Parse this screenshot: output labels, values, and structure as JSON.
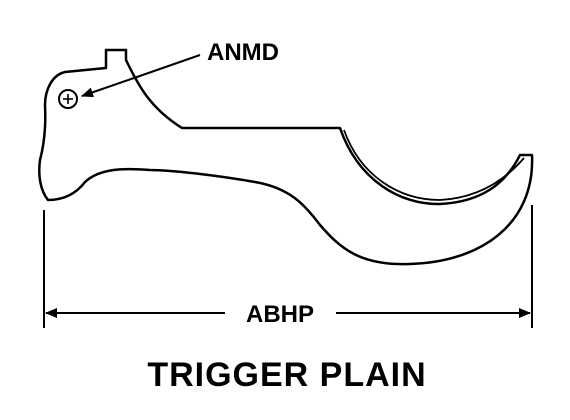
{
  "diagram": {
    "part_callout": "ANMD",
    "dimension_label": "ABHP",
    "title": "TRIGGER PLAIN"
  },
  "colors": {
    "line": "#000000",
    "background": "#ffffff"
  }
}
